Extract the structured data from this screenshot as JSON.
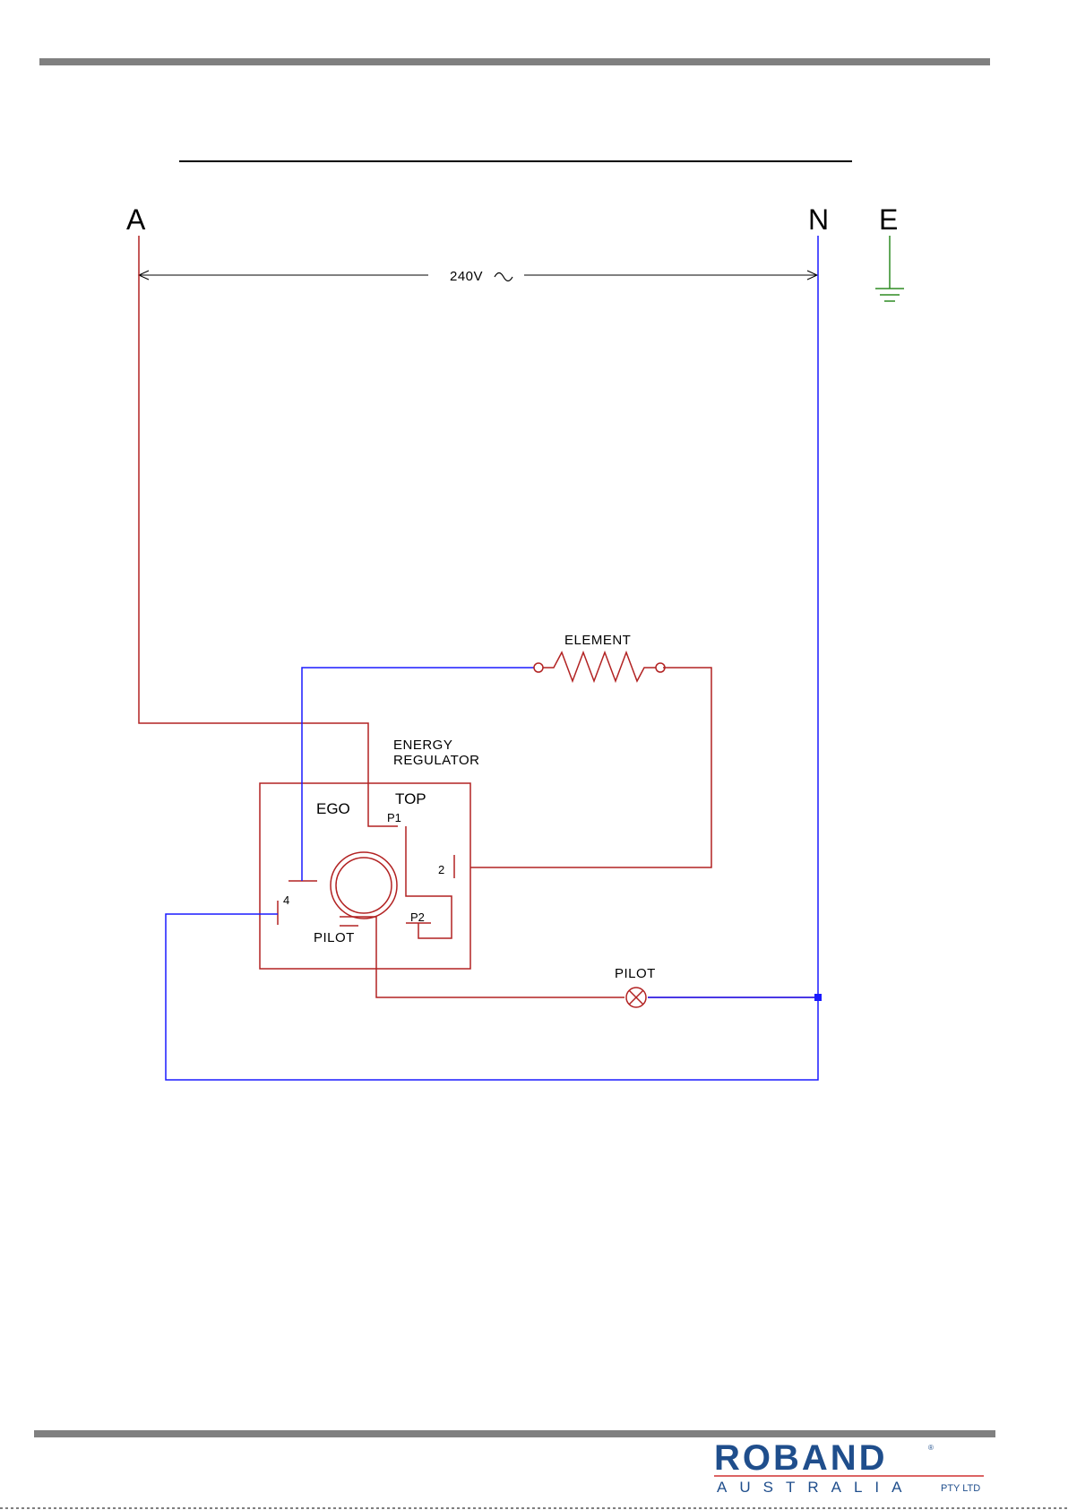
{
  "terminals": {
    "active": "A",
    "neutral": "N",
    "earth": "E"
  },
  "supply": {
    "voltage": "240V"
  },
  "labels": {
    "element": "ELEMENT",
    "energy_regulator_line1": "ENERGY",
    "energy_regulator_line2": "REGULATOR",
    "ego": "EGO",
    "top": "TOP",
    "p1": "P1",
    "p2": "P2",
    "terminal_2": "2",
    "terminal_4": "4",
    "pilot_inside": "PILOT",
    "pilot_lamp": "PILOT"
  },
  "logo": {
    "brand": "ROBAND",
    "registered": "®",
    "country": "AUSTRALIA",
    "suffix": "PTY LTD"
  },
  "colors": {
    "active_wire": "#b22222",
    "neutral_wire": "#1a1aff",
    "earth_wire": "#2e8b22",
    "rule_gray": "#808080",
    "logo_blue": "#1f4e8c",
    "logo_red": "#d03030"
  }
}
